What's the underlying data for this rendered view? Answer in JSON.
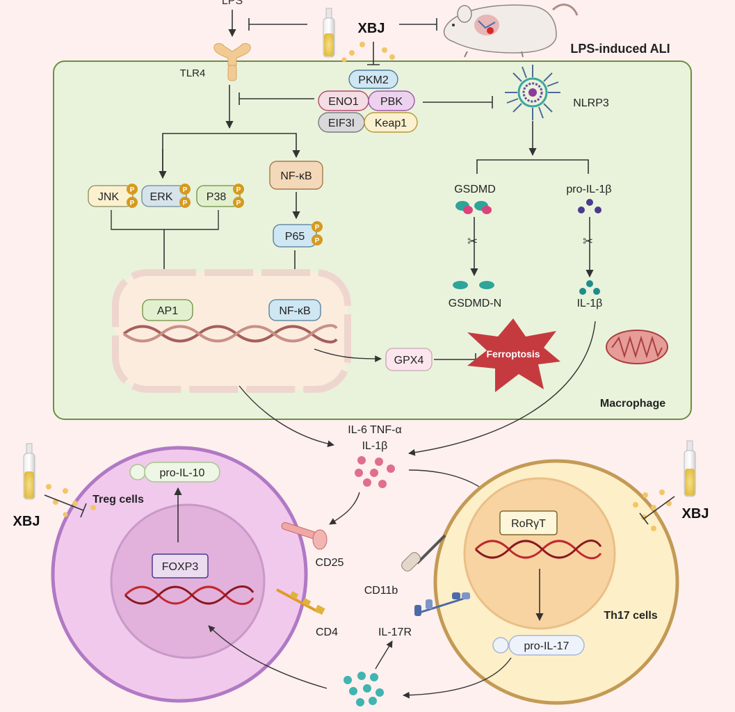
{
  "top": {
    "lps": "LPS",
    "drug": "XBJ",
    "model": "LPS-induced ALI",
    "receptor": "TLR4"
  },
  "targets": [
    "PKM2",
    "ENO1",
    "PBK",
    "EIF3I",
    "Keap1"
  ],
  "macrophage": {
    "label": "Macrophage",
    "inflammasome": "NLRP3",
    "mapk": [
      "JNK",
      "ERK",
      "P38"
    ],
    "phospho_mark": "P",
    "nfkb": "NF-κB",
    "p65": "P65",
    "ap1": "AP1",
    "nfkb_nuclear": "NF-κB",
    "gsdmd": "GSDMD",
    "pro_il1b": "pro-IL-1β",
    "gsdmd_n": "GSDMD-N",
    "il1b": "IL-1β",
    "gpx4": "GPX4",
    "ferroptosis": "Ferroptosis"
  },
  "cytokines": {
    "line1": "IL-6 TNF-α",
    "line2": "IL-1β"
  },
  "treg": {
    "label": "Treg cells",
    "drug": "XBJ",
    "pro_il10": "pro-IL-10",
    "foxp3": "FOXP3",
    "cd25": "CD25",
    "cd4": "CD4"
  },
  "th17": {
    "label": "Th17 cells",
    "drug": "XBJ",
    "rorgt": "RoRγT",
    "pro_il17": "pro-IL-17",
    "cd11b": "CD11b",
    "il17r": "IL-17R"
  },
  "colors": {
    "background": "#fdf0ef",
    "macrophage_fill": "#e9f3dc",
    "macrophage_border": "#6b8f3e",
    "treg_outer": "#b079c4",
    "th17_outer": "#c39a55",
    "dna_red": "#c0282e",
    "ferroptosis_red": "#c53a3f",
    "phospho": "#d69a1e"
  }
}
